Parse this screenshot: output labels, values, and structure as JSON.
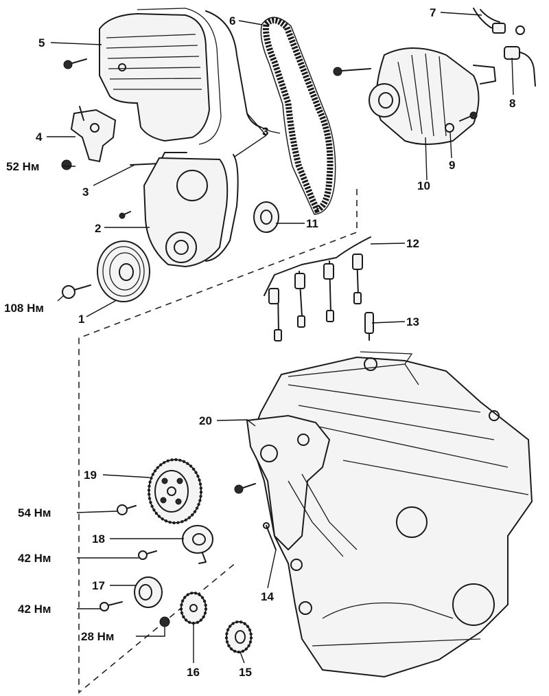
{
  "callouts": {
    "c1": "1",
    "c2": "2",
    "c3a": "3",
    "c3b": "3",
    "c4": "4",
    "c5": "5",
    "c6": "6",
    "c7": "7",
    "c8": "8",
    "c9": "9",
    "c10": "10",
    "c11": "11",
    "c12": "12",
    "c13": "13",
    "c14": "14",
    "c15": "15",
    "c16": "16",
    "c17": "17",
    "c18": "18",
    "c19": "19",
    "c20": "20"
  },
  "torques": {
    "t52": "52 Нм",
    "t108": "108 Нм",
    "t54": "54 Нм",
    "t42a": "42 Нм",
    "t42b": "42 Нм",
    "t28": "28 Нм"
  }
}
